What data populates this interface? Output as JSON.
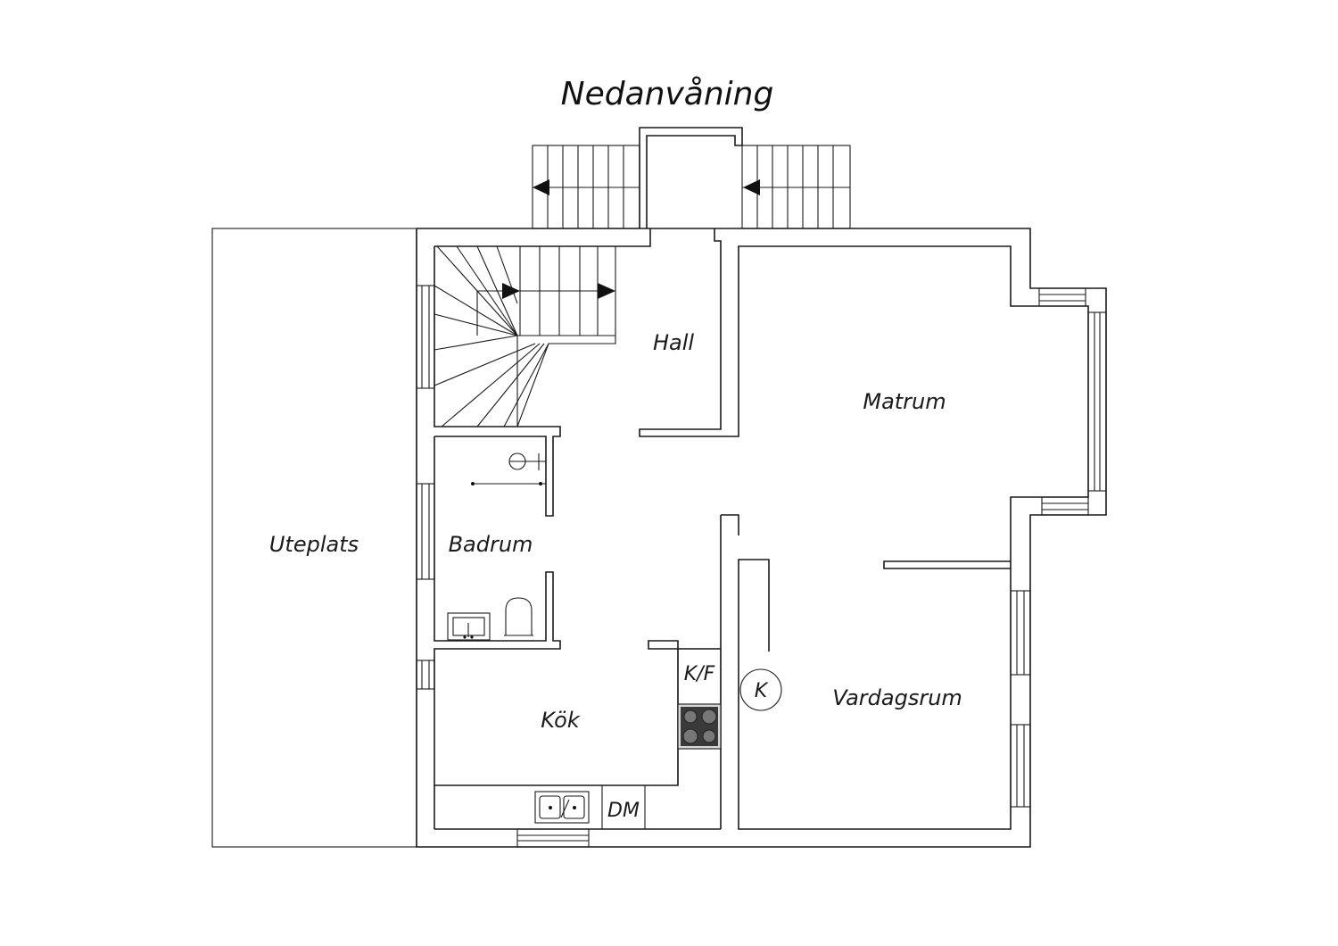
{
  "plan": {
    "title": "Nedanvåning",
    "rooms": {
      "uteplats": "Uteplats",
      "hall": "Hall",
      "matrum": "Matrum",
      "badrum": "Badrum",
      "kok": "Kök",
      "vardagsrum": "Vardagsrum"
    },
    "symbols": {
      "kf": "K/F",
      "k": "K",
      "dm": "DM"
    }
  },
  "icons": [
    "stair-arrow-icon",
    "sink-icon",
    "toilet-icon",
    "shower-icon",
    "stove-icon",
    "double-sink-icon"
  ]
}
